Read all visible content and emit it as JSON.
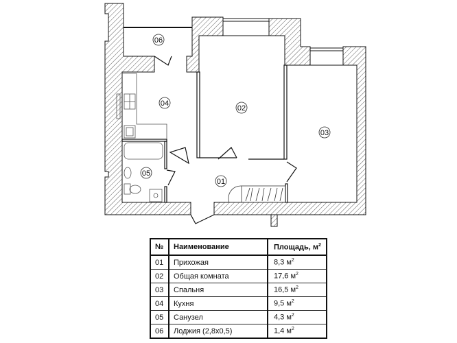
{
  "plan": {
    "rooms": [
      {
        "id": "01"
      },
      {
        "id": "02"
      },
      {
        "id": "03"
      },
      {
        "id": "04"
      },
      {
        "id": "05"
      },
      {
        "id": "06"
      }
    ]
  },
  "table": {
    "headers": {
      "num": "№",
      "name": "Наименование",
      "area": "Площадь, м",
      "area_sup": "2"
    },
    "unit": "м",
    "unit_sup": "2",
    "rows": [
      {
        "num": "01",
        "name": "Прихожая",
        "area": "8,3"
      },
      {
        "num": "02",
        "name": "Общая комната",
        "area": "17,6"
      },
      {
        "num": "03",
        "name": "Спальня",
        "area": "16,5"
      },
      {
        "num": "04",
        "name": "Кухня",
        "area": "9,5"
      },
      {
        "num": "05",
        "name": "Санузел",
        "area": "4,3"
      },
      {
        "num": "06",
        "name": "Лоджия (2,8х0,5)",
        "area": "1,4"
      }
    ]
  }
}
